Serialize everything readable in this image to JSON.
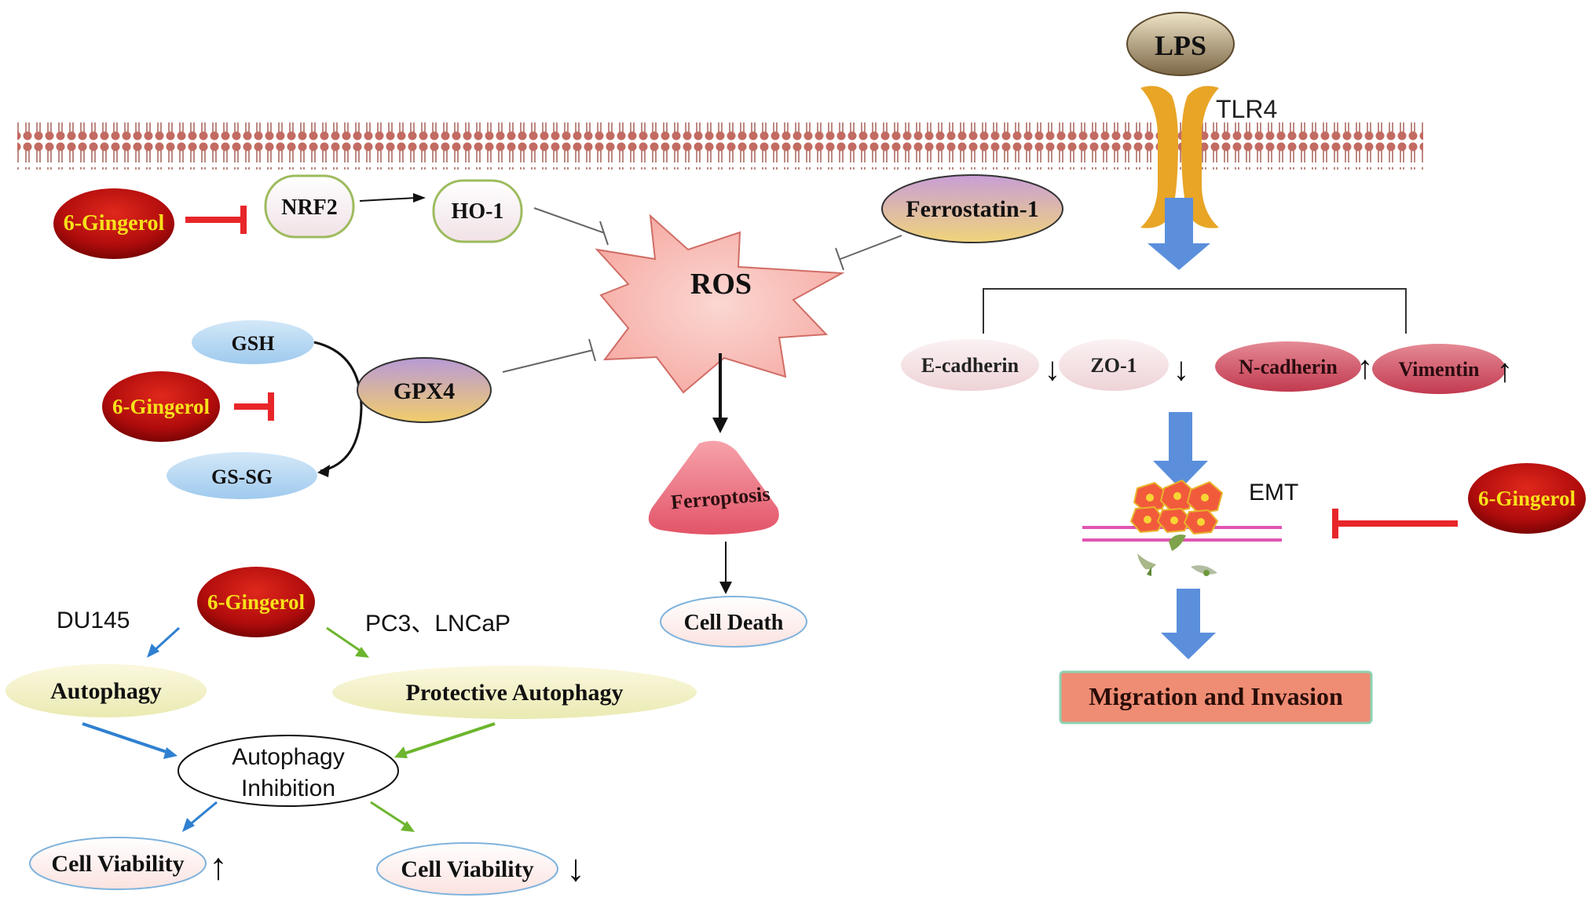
{
  "labels": {
    "lps": "LPS",
    "tlr4": "TLR4",
    "gingerol": "6-Gingerol",
    "nrf2": "NRF2",
    "ho1": "HO-1",
    "ferrostatin": "Ferrostatin-1",
    "ros": "ROS",
    "gsh": "GSH",
    "gssg": "GS-SG",
    "gpx4": "GPX4",
    "ferroptosis": "Ferroptosis",
    "cell_death": "Cell Death",
    "ecadherin": "E-cadherin",
    "zo1": "ZO-1",
    "ncadherin": "N-cadherin",
    "vimentin": "Vimentin",
    "emt": "EMT",
    "migration": "Migration and Invasion",
    "du145": "DU145",
    "pc3": "PC3、LNCaP",
    "autophagy": "Autophagy",
    "protective_autophagy": "Protective Autophagy",
    "autophagy_inhibition_1": "Autophagy",
    "autophagy_inhibition_2": "Inhibition",
    "cell_viability": "Cell Viability"
  },
  "arrows": {
    "up": "↑",
    "down": "↓"
  },
  "colors": {
    "inhibit_red": "#e8262a",
    "blue_arrow": "#5b8fdc",
    "green_arrow": "#6cb52d",
    "gingerol_text": "#f7e11a",
    "membrane": "#b5605a"
  }
}
